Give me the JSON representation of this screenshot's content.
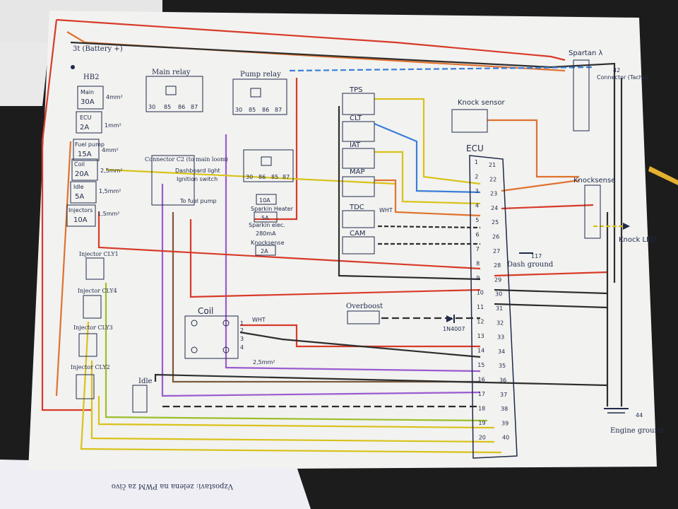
{
  "battery": {
    "label": "3t (Battery +)",
    "ground": "HB2"
  },
  "fuses": [
    {
      "name": "Main",
      "rating": "30A",
      "wire": "4mm²"
    },
    {
      "name": "ECU",
      "rating": "2A",
      "wire": "1mm²"
    },
    {
      "name": "Fuel pump",
      "rating": "15A",
      "wire": "4mm²"
    },
    {
      "name": "Coil",
      "rating": "20A",
      "wire": "2,5mm²"
    },
    {
      "name": "Idle",
      "rating": "5A",
      "wire": "1,5mm²"
    },
    {
      "name": "Injectors",
      "rating": "10A",
      "wire": "1,5mm²"
    }
  ],
  "relays": {
    "main": {
      "title": "Main relay",
      "pins": [
        "30",
        "85",
        "86",
        "87"
      ]
    },
    "pump": {
      "title": "Pump relay",
      "pins": [
        "30",
        "85",
        "86",
        "87"
      ]
    },
    "aux": {
      "pins": [
        "30",
        "86",
        "85",
        "87"
      ]
    }
  },
  "wire_labels": {
    "main_wire": "4mm²",
    "ecu_wire": "1mm²",
    "coil_out": "2,5mm²",
    "whit": "WHT"
  },
  "connector_c2": {
    "title": "Connector C2 (to main loom)",
    "pin1": "Dashboard light",
    "pin2": "Ignition switch",
    "out": "To fuel pump"
  },
  "aux_fuses": [
    {
      "rating": "10A",
      "name": "Sparkin Heater"
    },
    {
      "rating": "5A",
      "name": "Sparkin elec."
    },
    {
      "rating": "280mA",
      "name": "Knocksense"
    },
    {
      "rating": "2A",
      "name": ""
    }
  ],
  "sensors": {
    "tps": "TPS",
    "clt": "CLT",
    "iat": "IAT",
    "map": "MAP",
    "tdc": "TDC",
    "cam": "CAM"
  },
  "knock_sensor": "Knock sensor",
  "spartan": {
    "title": "Spartan λ",
    "connector": "Connector (Tacho)",
    "pin": "42"
  },
  "knocksense": {
    "title": "Knocksense",
    "led": "Knock LED"
  },
  "ecu": {
    "title": "ECU",
    "left_pins": [
      "1",
      "2",
      "3",
      "4",
      "5",
      "6",
      "7",
      "8",
      "9",
      "10",
      "11",
      "12",
      "13",
      "14",
      "15",
      "16",
      "17",
      "18",
      "19",
      "20"
    ],
    "right_pins": [
      "21",
      "22",
      "23",
      "24",
      "25",
      "26",
      "27",
      "28",
      "29",
      "30",
      "31",
      "32",
      "33",
      "34",
      "35",
      "36",
      "37",
      "38",
      "39",
      "40"
    ]
  },
  "coil": {
    "title": "Coil",
    "pins": [
      "1",
      "2",
      "3",
      "4"
    ]
  },
  "injectors": [
    "Injector CLY1",
    "Injector CLY4",
    "Injector CLY3",
    "Injector CLY2"
  ],
  "idle_valve": "Idle",
  "overboost": "Overboost",
  "diode": "1N4007",
  "dash_ground": {
    "label": "Dash ground",
    "pin": "117"
  },
  "engine_ground": {
    "label": "Engine ground",
    "pin": "44"
  },
  "bottom_note": "Vzpostavi: zelena na PWM za čivo",
  "colors": {
    "red": "#d83a28",
    "orange": "#e0722e",
    "yellow": "#d9c21a",
    "green": "#9bbf2a",
    "blue": "#3a7fd8",
    "purple": "#9a5bd0",
    "black": "#2e2e2e",
    "brown": "#7a5a3a",
    "paper": "#f1f1ef",
    "ink": "#1f2a4a"
  }
}
